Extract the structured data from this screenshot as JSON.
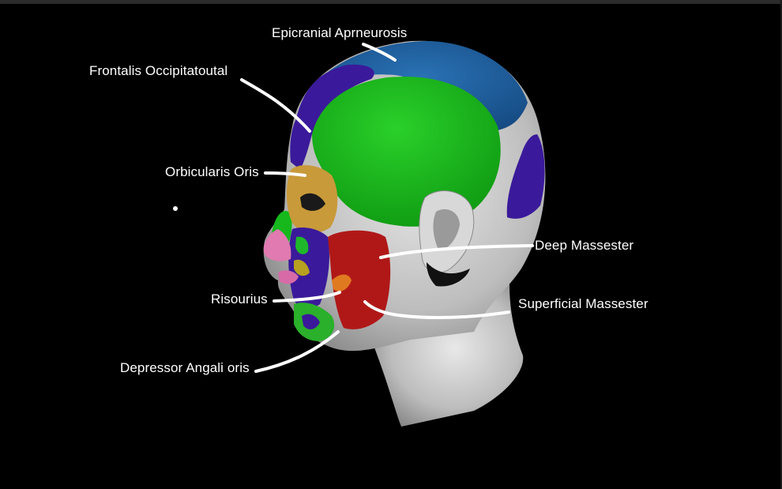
{
  "labels": {
    "epicranial": "Epicranial Aprneurosis",
    "frontalis": "Frontalis Occipitatoutal",
    "orbicularis": "Orbicularis Oris",
    "deep_massester": "Deep Massester",
    "risourius": "Risourius",
    "superficial_massester": "Superficial Massester",
    "depressor": "Depressor Angali oris"
  },
  "colors": {
    "background": "#000000",
    "skin": "#b9b9b9",
    "epicranial": "#1f5f9e",
    "frontalis": "#16b81c",
    "temporal": "#3a1a9a",
    "orbicularis_oculi": "#c89a3a",
    "masseter": "#b01818",
    "lips": "#e07ab0",
    "label_line": "#ffffff"
  }
}
